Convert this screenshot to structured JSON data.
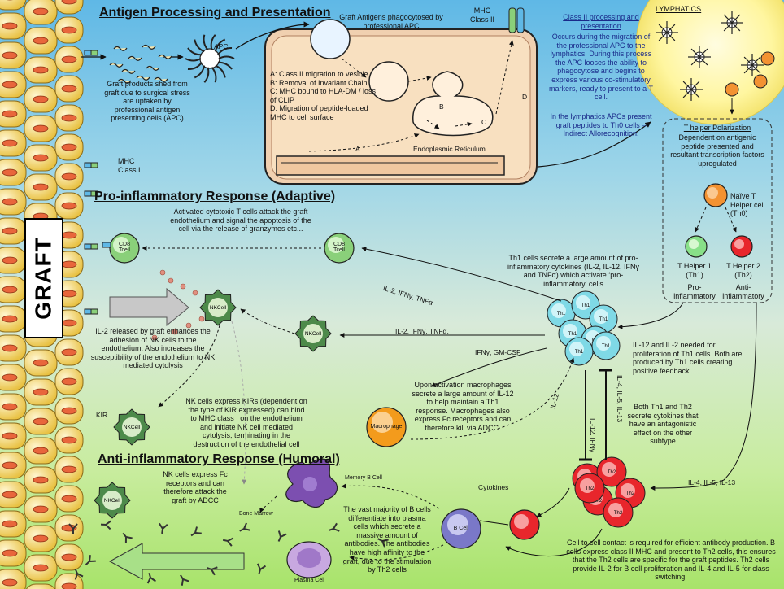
{
  "headings": {
    "antigen": "Antigen Processing and Presentation",
    "pro": "Pro-inflammatory Response (Adaptive)",
    "anti": "Anti-inflammatory Response (Humoral)",
    "lymphatics": "LYMPHATICS",
    "graft": "GRAFT"
  },
  "antigen": {
    "apc_label": "APC",
    "graft_products": "Graft products shed from graft due to surgical stress are uptaken by professional antigen presenting cells (APC)",
    "mhc1": "MHC\nClass I",
    "phagocytosed": "Graft Antigens phagocytosed by professional APC",
    "mhc2": "MHC\nClass II",
    "steps": "A: Class II migration to vesicle\nB: Removal of Invariant Chain\nC: MHC bound to HLA-DM / loss of CLIP\nD: Migration of peptide-loaded MHC to cell surface",
    "er": "Endoplasmic Reticulum",
    "letter_a": "A",
    "letter_b": "B",
    "letter_c": "C",
    "letter_d": "D",
    "class2_title": "Class II processing and presentation",
    "class2_body": "Occurs during the migration of the professional APC to the lymphatics. During this process the APC looses the ability to phagocytose and begins to express various co-stimulatory markers, ready to present to a T cell.",
    "class2_body2": "In the lymphatics APCs present graft peptides to Th0 cells – Indirect Allorecognition."
  },
  "helper": {
    "title": "T helper Polarization",
    "desc": "Dependent on antigenic peptide presented and resultant transcription factors upregulated",
    "naive": "Naïve T Helper cell (Th0)",
    "th1": "T Helper 1 (Th1)",
    "th1_role": "Pro-inflammatory",
    "th2": "T Helper 2 (Th2)",
    "th2_role": "Anti-inflammatory"
  },
  "pro": {
    "ctl_text": "Activated cytotoxic T cells attack the graft endothelium and signal the apoptosis of the cell via the release of granzymes etc...",
    "cd8": "CD8\nTcell",
    "th1_secrete": "Th1 cells secrete a large amount of pro-inflammatory cytokines (IL-2, IL-12, IFNγ and TNFα) which activate ‘pro-inflammatory’ cells",
    "arrow_cd8": "IL-2, IFNγ, TNFα",
    "arrow_nk": "IL-2, IFNγ, TNFα,",
    "arrow_mac": "IFNγ, GM-CSF",
    "il2_text": "IL-2 released by graft enhances the adhesion of NK cells to the endothelium. Also increases the susceptibility of the endothelium to NK mediated cytolysis",
    "nk": "NKCell",
    "kir": "KIR",
    "kir_text": "NK cells express KIRs (dependent on the type of KIR expressed) can bind to MHC class I on the endothelium and initiate NK cell mediated cytolysis, terminating in the destruction of the endothelial cell",
    "mac_text": "Upon activation macrophages secrete a large amount of IL-12 to help maintain a Th1 response. Macrophages also express Fc receptors and can therefore kill via ADCC.",
    "macrophage": "Macrophage",
    "il12_label": "IL-12",
    "il12_il2": "IL-12 and IL-2 needed for proliferation of Th1 cells. Both are produced by Th1 cells creating positive feedback.",
    "il4_label": "IL-4, IL-5, IL-13",
    "il12ifn_label": "IL-12, IFNγ",
    "antagonist": "Both Th1 and Th2 secrete cytokines that have an antagonistic effect on the other subtype",
    "il4_5_13": "IL-4, IL-5, IL-13",
    "th1_cell": "Th1",
    "th2_cell": "Th2"
  },
  "anti": {
    "nk_fc": "NK cells express Fc receptors and can therefore attack the graft by ADCC",
    "memory": "Memory B Cell",
    "bone": "Bone Marrow",
    "bcell": "B Cell",
    "cytokines": "Cytokines",
    "plasma_text": "The vast majority of B cells differentiate into plasma cells which secrete a massive amount of antibodies. The antibodies have high affinity to the graft, due to the stimulation by Th2 cells",
    "plasma": "Plasma Cell",
    "contact": "Cell to cell contact is required for efficient antibody production. B cells express class II MHC and present to Th2 cells, this ensures that the Th2 cells are specific for the graft peptides. Th2 cells provide IL-2 for B cell proliferation and IL-4 and IL-5 for class switching."
  },
  "colors": {
    "graft_cell": "#f2d76a",
    "graft_nucleus": "#e8663c",
    "th1": "#7fd9e6",
    "th2": "#e8262c",
    "nk": "#4d8a4a",
    "macrophage": "#f39b1c",
    "bcell": "#7a78c8",
    "memory": "#7c4fb0",
    "plasma": "#c8a8e0",
    "naive": "#f39232",
    "th1_small": "#88e088",
    "lymphatics": "#fff8b0"
  }
}
